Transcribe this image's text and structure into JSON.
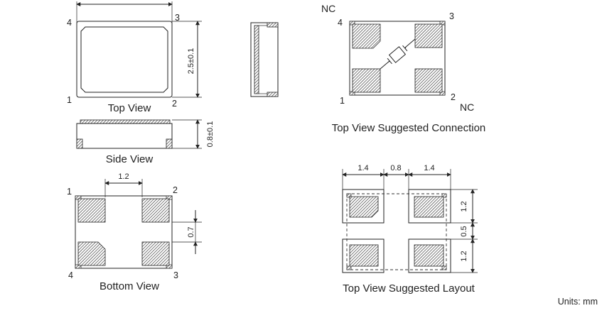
{
  "colors": {
    "line": "#222222",
    "hatch": "#333333",
    "background": "#ffffff"
  },
  "top_view": {
    "caption": "Top View",
    "pins": {
      "p1": "1",
      "p2": "2",
      "p3": "3",
      "p4": "4"
    },
    "height_dim": "2.5±0.1"
  },
  "side_view": {
    "caption": "Side View",
    "height_dim": "0.8±0.1"
  },
  "bottom_view": {
    "caption": "Bottom View",
    "pins": {
      "p1": "1",
      "p2": "2",
      "p3": "3",
      "p4": "4"
    },
    "pad_width_dim": "1.2",
    "pad_gap_dim": "0.7"
  },
  "connection": {
    "caption": "Top View Suggested Connection",
    "pins": {
      "p1": "1",
      "p2": "2",
      "p3": "3",
      "p4": "4"
    },
    "nc_top": "NC",
    "nc_bottom": "NC"
  },
  "layout": {
    "caption": "Top View Suggested Layout",
    "dim_left": "1.4",
    "dim_mid": "0.8",
    "dim_right": "1.4",
    "dim_v_top": "1.2",
    "dim_v_mid": "0.5",
    "dim_v_bottom": "1.2"
  },
  "units": "Units: mm"
}
